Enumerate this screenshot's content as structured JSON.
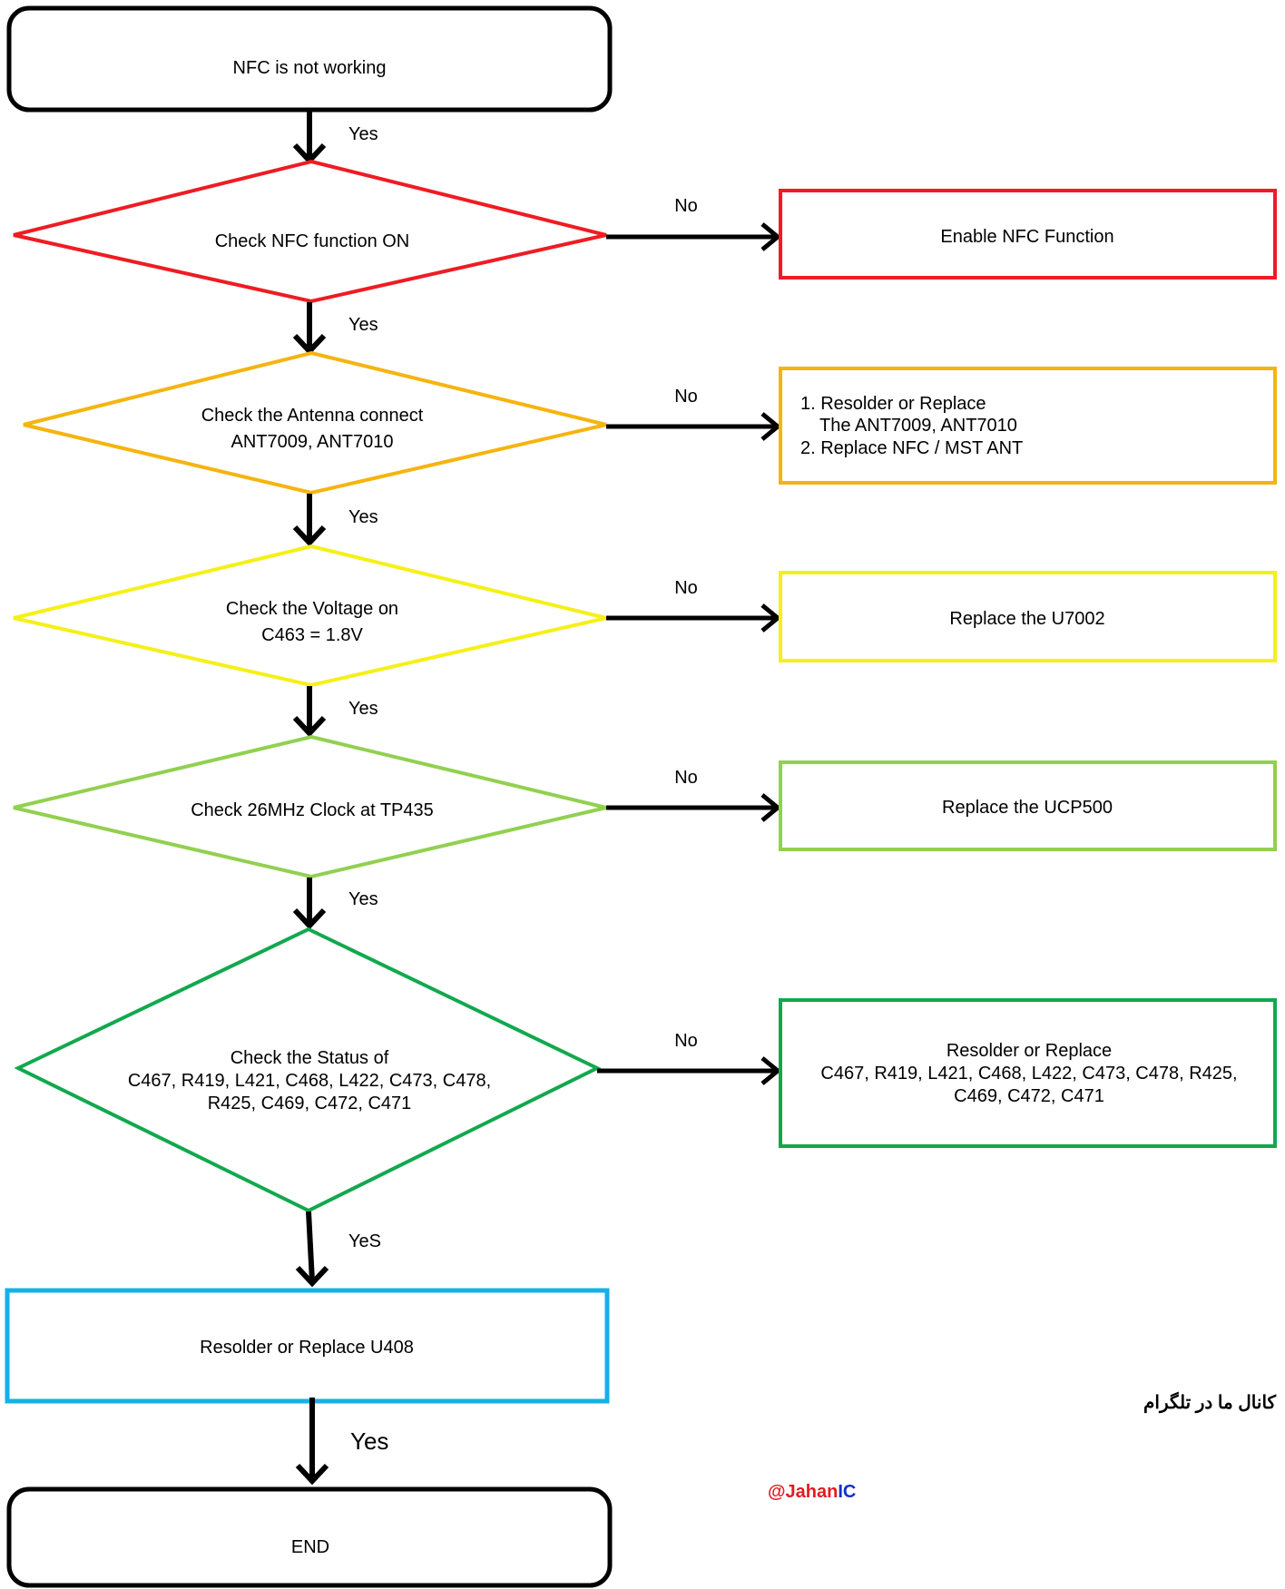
{
  "colors": {
    "black": "#000000",
    "red": "#ee1c23",
    "orange": "#f5b40f",
    "yellow": "#f5f018",
    "light_green": "#92d050",
    "green": "#12a84e",
    "blue": "#16b0e8",
    "watermark_red": "#e21b23",
    "watermark_blue": "#1430c8"
  },
  "start": {
    "label": "NFC is not working"
  },
  "steps": [
    {
      "decision_lines": [
        "Check NFC function ON"
      ],
      "yes_label": "Yes",
      "no_label": "No",
      "action_lines": [
        "Enable NFC Function"
      ]
    },
    {
      "decision_lines": [
        "Check the Antenna connect",
        "ANT7009, ANT7010"
      ],
      "yes_label": "Yes",
      "no_label": "No",
      "action_lines": [
        "1. Resolder or Replace",
        "The ANT7009, ANT7010",
        "2. Replace NFC / MST ANT"
      ]
    },
    {
      "decision_lines": [
        "Check the Voltage on",
        "C463 = 1.8V"
      ],
      "yes_label": "Yes",
      "no_label": "No",
      "action_lines": [
        "Replace the U7002"
      ]
    },
    {
      "decision_lines": [
        "Check 26MHz Clock at TP435"
      ],
      "yes_label": "Yes",
      "no_label": "No",
      "action_lines": [
        "Replace the UCP500"
      ]
    },
    {
      "decision_lines": [
        "Check the Status of",
        "C467, R419, L421, C468, L422, C473, C478,",
        "R425, C469, C472, C471"
      ],
      "yes_label": "Yes",
      "no_label": "No",
      "action_lines": [
        "Resolder or Replace",
        "C467, R419, L421, C468, L422, C473, C478, R425,",
        "C469, C472, C471"
      ]
    }
  ],
  "after_last_decision_label": "YeS",
  "final_action": {
    "label": "Resolder or Replace U408"
  },
  "final_yes_label": "Yes",
  "end": {
    "label": "END"
  },
  "watermark": {
    "persian_text": "کانال ما در تلگرام",
    "handle_at": "@",
    "handle_main": "Jahan",
    "handle_ic": "IC"
  }
}
